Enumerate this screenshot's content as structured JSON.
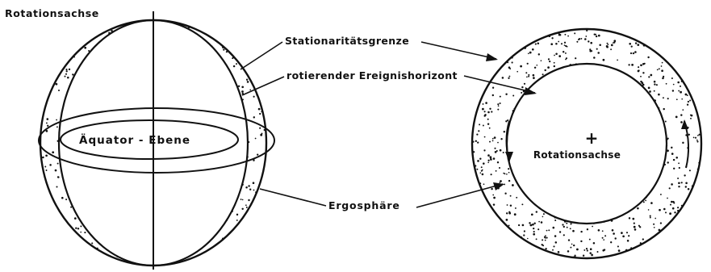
{
  "labels": {
    "rotation_axis_left": "Rotationsachse",
    "static_limit": "Stationaritätsgrenze",
    "rotating_event_horizon": "rotierender Ereignishorizont",
    "equatorial_plane": "Äquator - Ebene",
    "ergosphere": "Ergosphäre",
    "plus_sign": "+",
    "rotation_axis_right": "Rotationsachse"
  }
}
